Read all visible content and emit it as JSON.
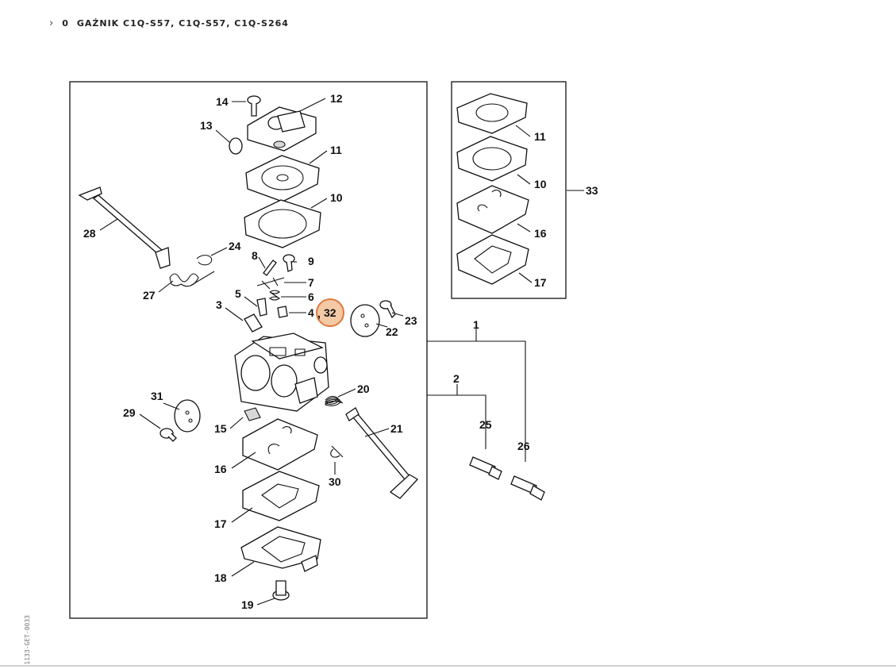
{
  "breadcrumb": {
    "chevron": "›",
    "prefix": "0",
    "title": "GAŹNIK C1Q-S57, C1Q-S57, C1Q-S264"
  },
  "side_code": "1133-GET-0033",
  "labels": {
    "p1": "1",
    "p2": "2",
    "p3": "3",
    "p4": "4",
    "p5": "5",
    "p6": "6",
    "p7": "7",
    "p8": "8",
    "p9": "9",
    "p10": "10",
    "p11": "11",
    "p12": "12",
    "p13": "13",
    "p14": "14",
    "p15": "15",
    "p16": "16",
    "p17": "17",
    "p18": "18",
    "p19": "19",
    "p20": "20",
    "p21": "21",
    "p22": "22",
    "p23": "23",
    "p24": "24",
    "p25": "25",
    "p26": "26",
    "p27": "27",
    "p28": "28",
    "p29": "29",
    "p30": "30",
    "p31": "31",
    "p33": "33",
    "k10": "10",
    "k11": "11",
    "k16": "16",
    "k17": "17",
    "highlight": "32",
    "highlight_comma": ","
  },
  "colors": {
    "highlight_fill": "#f3c9a6",
    "highlight_stroke": "#e0793a"
  }
}
